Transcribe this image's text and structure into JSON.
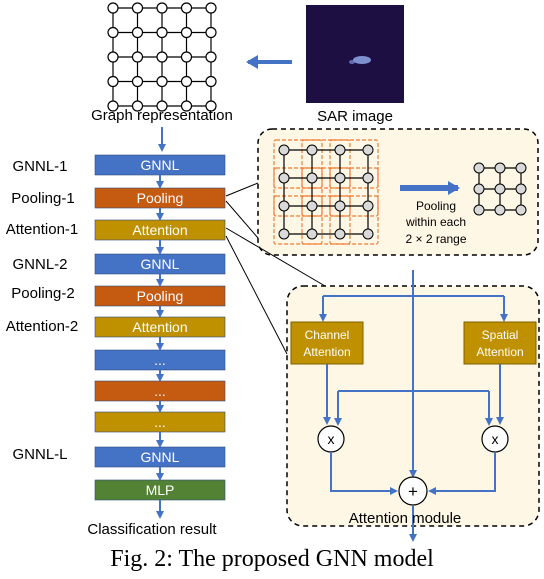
{
  "top": {
    "graph_label": "Graph representation",
    "sar_label": "SAR image"
  },
  "stack_labels": [
    "GNNL-1",
    "Pooling-1",
    "Attention-1",
    "GNNL-2",
    "Pooling-2",
    "Attention-2",
    "GNNL-L"
  ],
  "blocks": [
    "GNNL",
    "Pooling",
    "Attention",
    "GNNL",
    "Pooling",
    "Attention",
    "...",
    "...",
    "...",
    "GNNL",
    "MLP"
  ],
  "classification_label": "Classification result",
  "pooling_panel": {
    "text_line1": "Pooling",
    "text_line2": "within each",
    "text_line3": "2 × 2 range"
  },
  "attention_panel": {
    "channel_line1": "Channel",
    "channel_line2": "Attention",
    "spatial_line1": "Spatial",
    "spatial_line2": "Attention",
    "multiply_symbol": "x",
    "add_symbol": "+",
    "module_label": "Attention module"
  },
  "caption": "Fig. 2: The proposed GNN model",
  "colors": {
    "gnnl": "#4472C4",
    "pooling": "#C55A11",
    "attention": "#BF9000",
    "mlp": "#548235",
    "arrow": "#4472C4",
    "node_fill": "#D9D9D9",
    "pool_group": "#ED7D31",
    "panel_bg": "#FFF7E6"
  }
}
